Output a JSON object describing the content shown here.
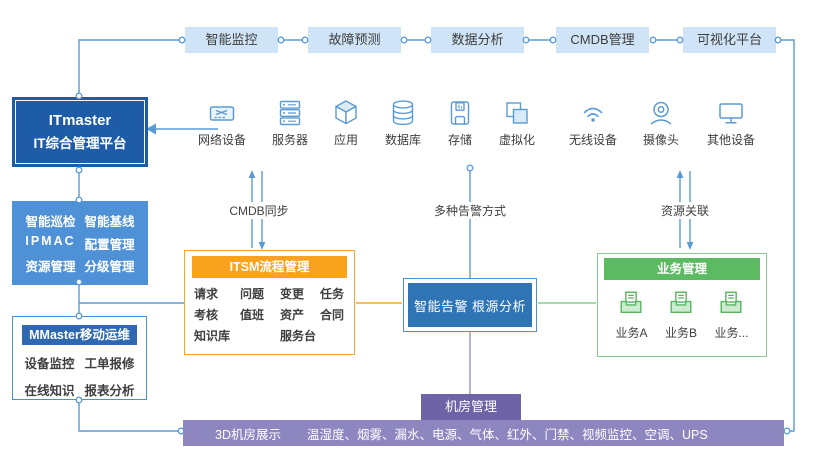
{
  "colors": {
    "line_blue": "#5b9bd5",
    "dark_blue": "#1e5ca8",
    "mid_blue": "#4e91d6",
    "alert_blue": "#2f74b5",
    "light_blue": "#cfe4f6",
    "orange": "#f9a21d",
    "green": "#5cba62",
    "purple_dark": "#6e63a7",
    "purple_light": "#8e86bf"
  },
  "top_flow": {
    "items": [
      {
        "label": "智能监控"
      },
      {
        "label": "故障预测"
      },
      {
        "label": "数据分析"
      },
      {
        "label": "CMDB管理"
      },
      {
        "label": "可视化平台"
      }
    ]
  },
  "platform": {
    "title_line1": "ITmaster",
    "title_line2": "IT综合管理平台"
  },
  "capabilities": {
    "rows": [
      {
        "left": "智能巡检",
        "right": "智能基线"
      },
      {
        "left": "IPMAC",
        "right": "配置管理"
      },
      {
        "left": "资源管理",
        "right": "分级管理"
      }
    ]
  },
  "mobile_ops": {
    "title": "MMaster移动运维",
    "rows": [
      {
        "left": "设备监控",
        "right": "工单报修"
      },
      {
        "left": "在线知识",
        "right": "报表分析"
      }
    ]
  },
  "devices": {
    "items": [
      {
        "label": "网络设备",
        "icon": "network-switch-icon"
      },
      {
        "label": "服务器",
        "icon": "server-icon"
      },
      {
        "label": "应用",
        "icon": "application-cube-icon"
      },
      {
        "label": "数据库",
        "icon": "database-icon"
      },
      {
        "label": "存储",
        "icon": "storage-icon"
      },
      {
        "label": "虚拟化",
        "icon": "virtualization-icon"
      },
      {
        "label": "无线设备",
        "icon": "wireless-icon"
      },
      {
        "label": "摄像头",
        "icon": "camera-icon"
      },
      {
        "label": "其他设备",
        "icon": "other-device-icon"
      }
    ]
  },
  "connectors": {
    "cmdb_sync": "CMDB同步",
    "alert_methods": "多种告警方式",
    "resource_relation": "资源关联"
  },
  "itsm": {
    "title": "ITSM流程管理",
    "cells": [
      "请求",
      "问题",
      "变更",
      "任务",
      "考核",
      "值班",
      "资产",
      "合同",
      "知识库",
      "",
      "服务台",
      ""
    ]
  },
  "alert": {
    "label": "智能告警 根源分析"
  },
  "business": {
    "title": "业务管理",
    "items": [
      {
        "label": "业务A"
      },
      {
        "label": "业务B"
      },
      {
        "label": "业务..."
      }
    ]
  },
  "datacenter": {
    "tab": "机房管理",
    "display": "3D机房展示",
    "sensors": "温湿度、烟雾、漏水、电源、气体、红外、门禁、视频监控、空调、UPS"
  }
}
